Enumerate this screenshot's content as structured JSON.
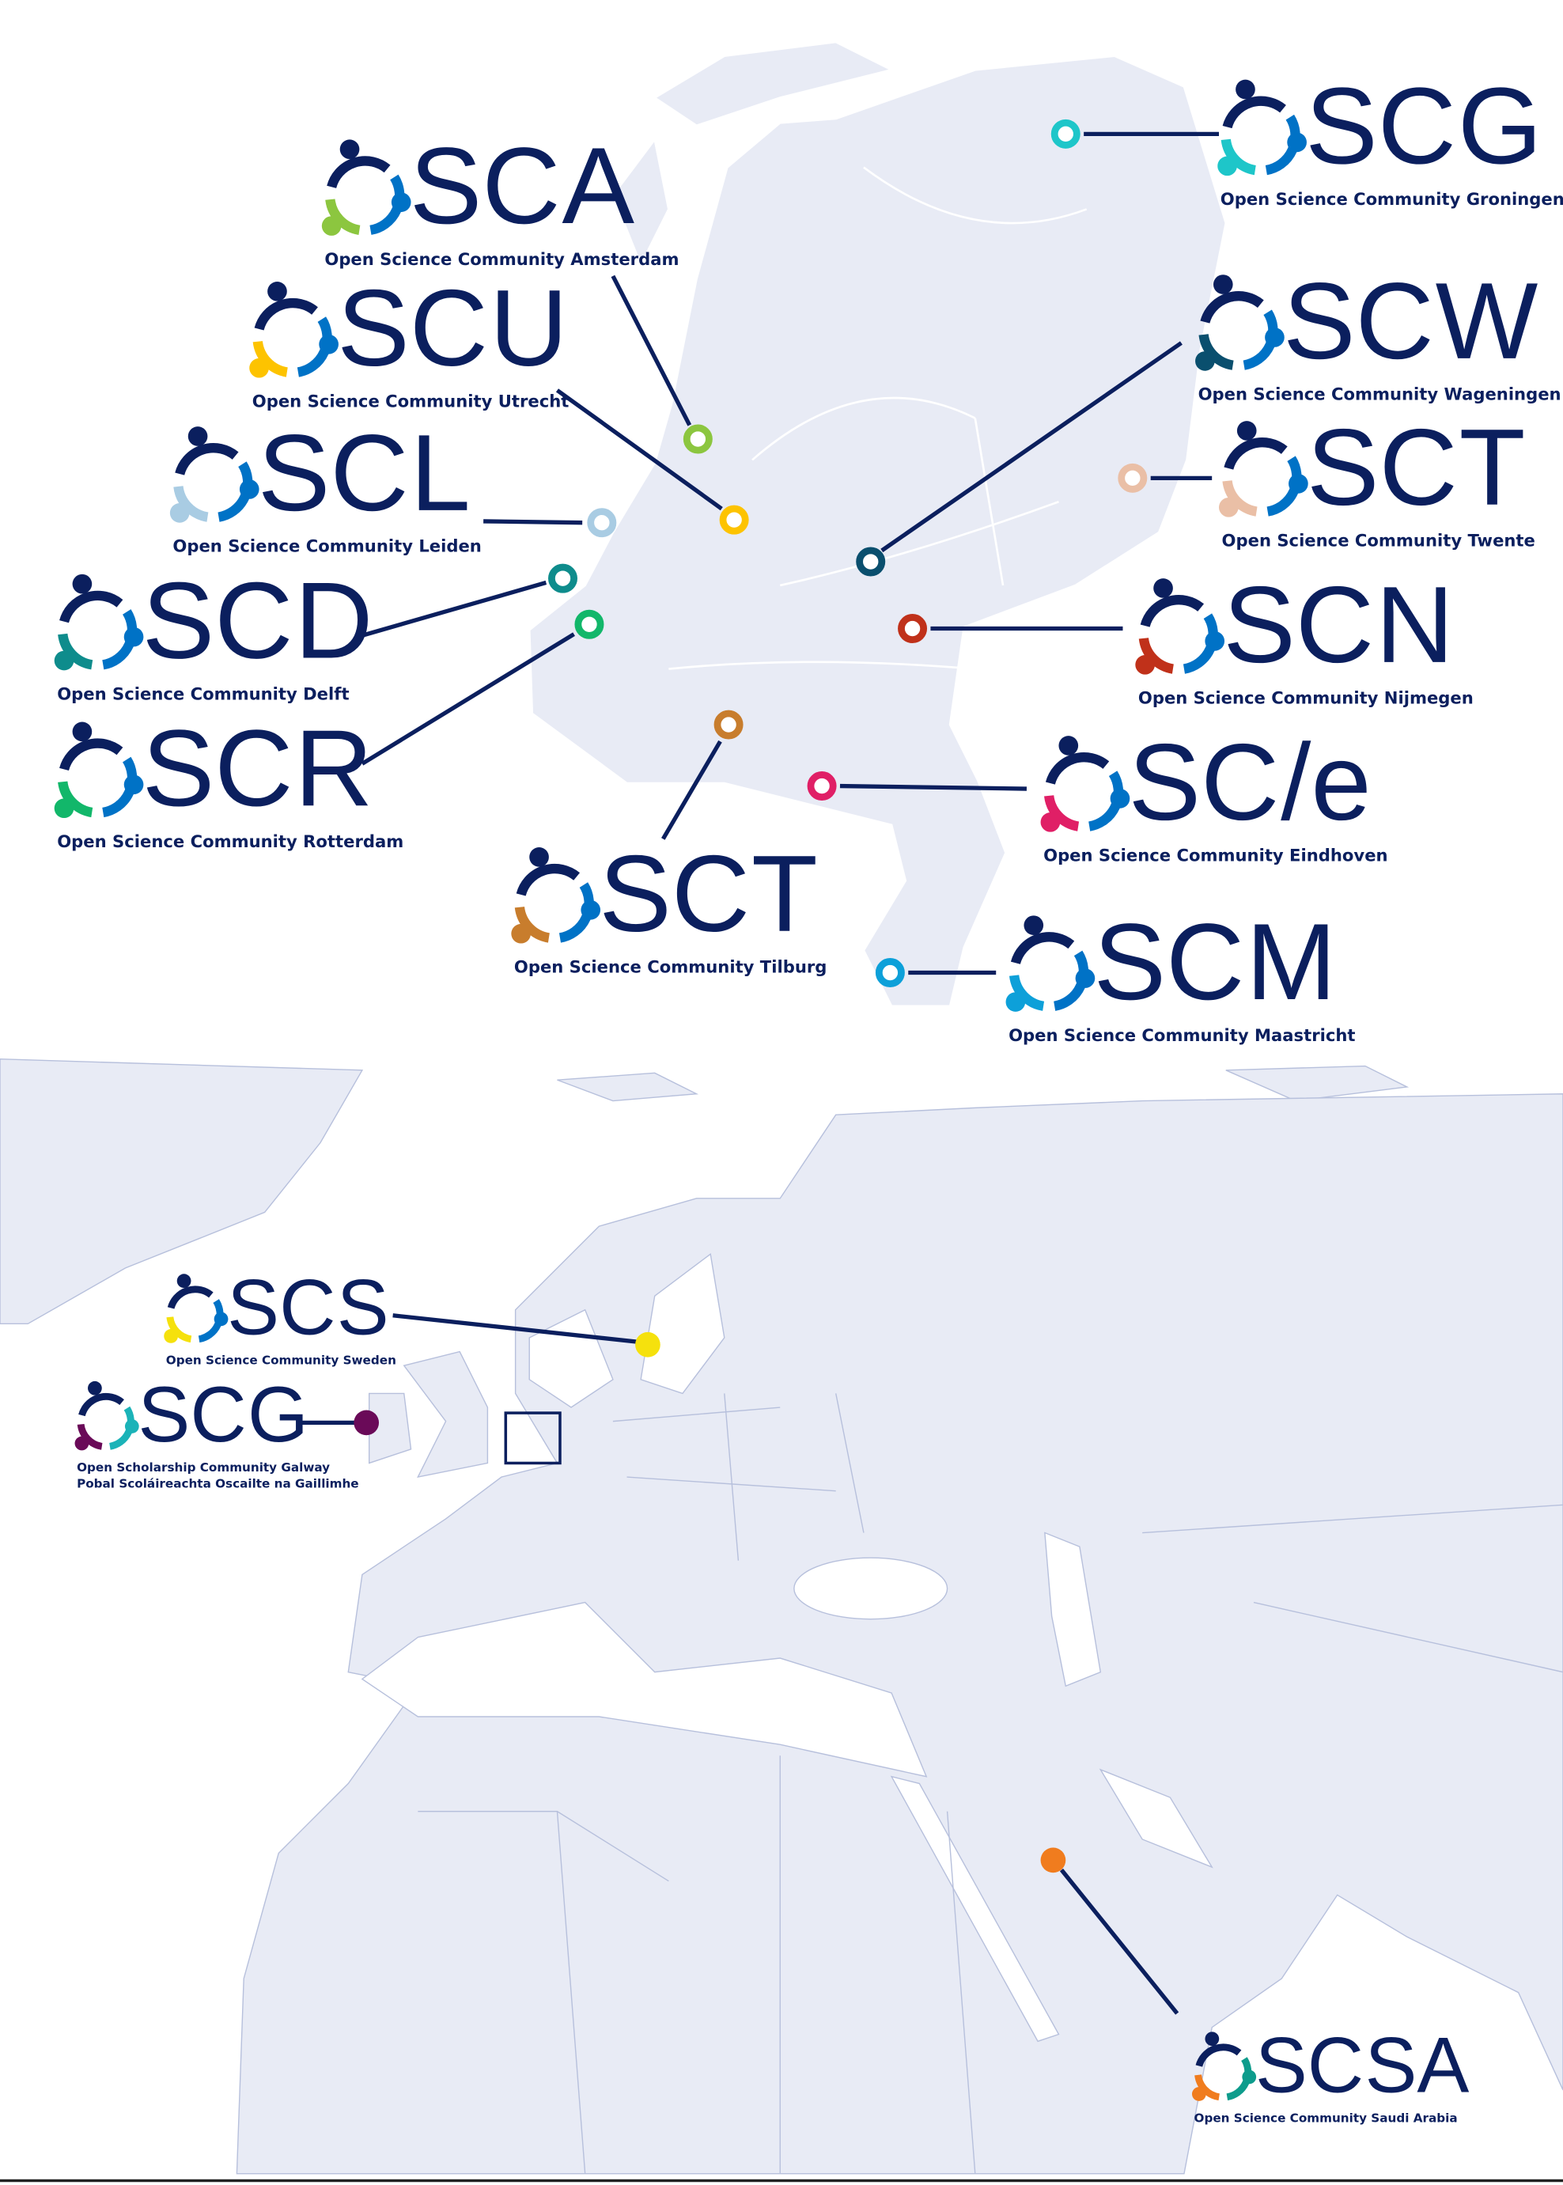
{
  "colors": {
    "navy": "#0b1f5e",
    "blue": "#0072c6",
    "land": "#e8ebf5",
    "border": "#b7c0dc"
  },
  "netherlands_communities": [
    {
      "id": "groningen",
      "prefix": "SC",
      "suffix": "G",
      "subtitle": "Open Science Community Groningen",
      "color": "#1ec6c9"
    },
    {
      "id": "amsterdam",
      "prefix": "SC",
      "suffix": "A",
      "subtitle": "Open Science Community Amsterdam",
      "color": "#8cc63f"
    },
    {
      "id": "utrecht",
      "prefix": "SC",
      "suffix": "U",
      "subtitle": "Open Science Community Utrecht",
      "color": "#fdc300"
    },
    {
      "id": "wageningen",
      "prefix": "SC",
      "suffix": "W",
      "subtitle": "Open Science Community Wageningen",
      "color": "#0a4f6e"
    },
    {
      "id": "leiden",
      "prefix": "SC",
      "suffix": "L",
      "subtitle": "Open Science Community Leiden",
      "color": "#a9cce3"
    },
    {
      "id": "twente",
      "prefix": "SC",
      "suffix": "T",
      "subtitle": "Open Science Community Twente",
      "color": "#eabfa6"
    },
    {
      "id": "delft",
      "prefix": "SC",
      "suffix": "D",
      "subtitle": "Open Science Community Delft",
      "color": "#0e8c8c"
    },
    {
      "id": "nijmegen",
      "prefix": "SC",
      "suffix": "N",
      "subtitle": "Open Science Community Nijmegen",
      "color": "#c0311a"
    },
    {
      "id": "rotterdam",
      "prefix": "SC",
      "suffix": "R",
      "subtitle": "Open Science Community Rotterdam",
      "color": "#12b76a"
    },
    {
      "id": "eindhoven",
      "prefix": "SC",
      "suffix": "/e",
      "subtitle": "Open Science Community Eindhoven",
      "color": "#e01f66"
    },
    {
      "id": "tilburg",
      "prefix": "SC",
      "suffix": "T",
      "subtitle": "Open Science Community Tilburg",
      "color": "#c87d2d"
    },
    {
      "id": "maastricht",
      "prefix": "SC",
      "suffix": "M",
      "subtitle": "Open Science Community Maastricht",
      "color": "#0da0d9"
    }
  ],
  "international_communities": [
    {
      "id": "sweden",
      "prefix": "SC",
      "suffix": "S",
      "subtitle": "Open Science Community Sweden",
      "color": "#f5e10d"
    },
    {
      "id": "galway",
      "prefix": "SC",
      "suffix": "G",
      "subtitle": "Open Scholarship Community Galway",
      "subtitle2": "Pobal Scoláireachta Oscailte na Gaillimhe",
      "color": "#6a0a58",
      "secondary": "#1bb3b8",
      "prefix_color": "#2c3a62"
    },
    {
      "id": "saudi-arabia",
      "prefix": "SC",
      "suffix": "SA",
      "subtitle": "Open Science Community Saudi Arabia",
      "color": "#f07c1e",
      "secondary": "#0e9c8c"
    }
  ]
}
